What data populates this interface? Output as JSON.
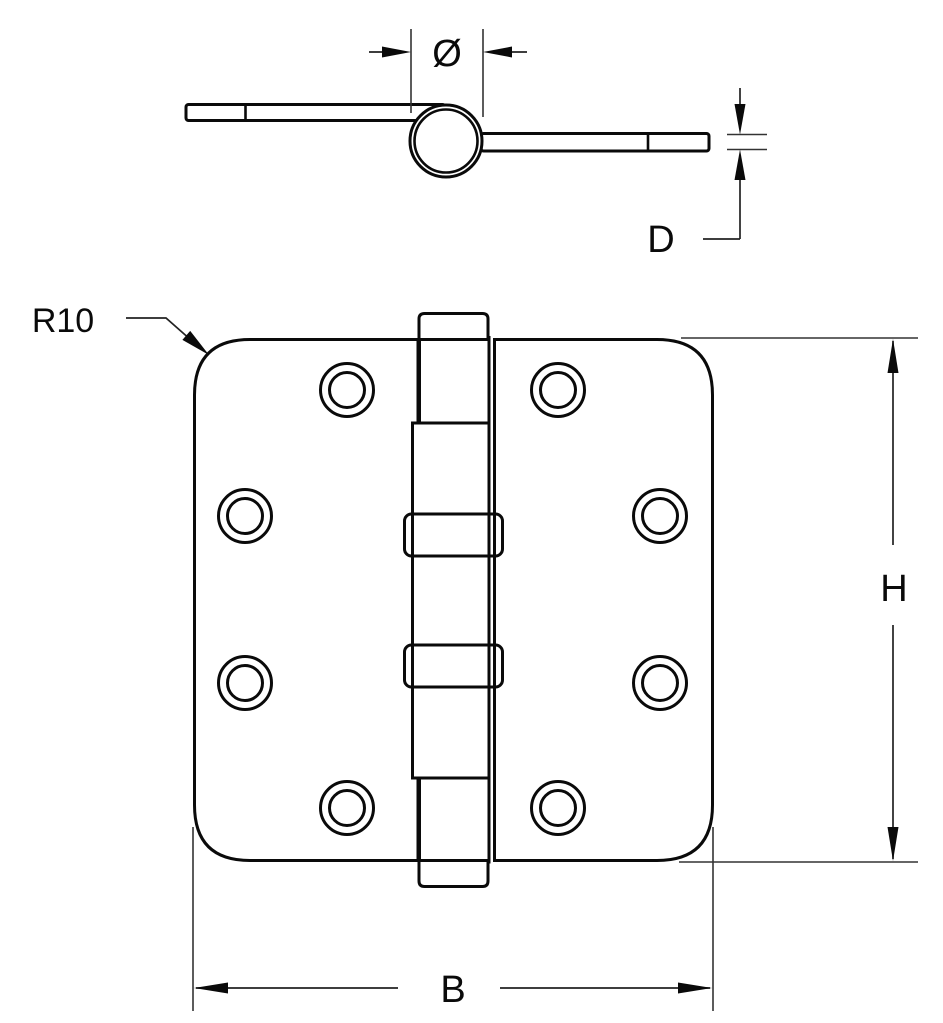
{
  "drawing": {
    "kind": "technical-drawing",
    "background": "#ffffff",
    "line_color": "#0a0a0a",
    "dimension_line_color": "#222222",
    "labels": {
      "pin_diameter": "Ø",
      "leaf_thickness": "D",
      "corner_radius": "R10",
      "hinge_height": "H",
      "hinge_width": "B"
    }
  }
}
